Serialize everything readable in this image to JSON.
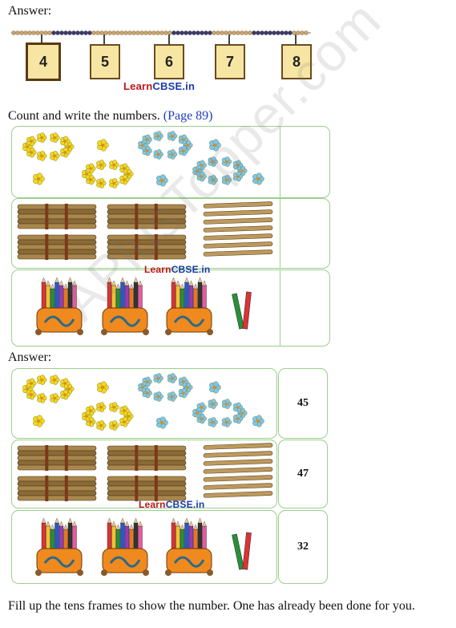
{
  "answer_label_1": "Answer:",
  "abacus_numbers": [
    "4",
    "5",
    "6",
    "7",
    "8"
  ],
  "brand": {
    "learn": "Learn",
    "cbse": "CBSE.in"
  },
  "count_instruction": "Count and write the numbers.",
  "count_page_ref": "(Page 89)",
  "answer_label_2": "Answer:",
  "answers": [
    "45",
    "47",
    "32"
  ],
  "fill_instruction": "Fill up the tens frames to show the number. One has already been done for you.",
  "watermark": "APlusTopper.com",
  "colors": {
    "frame_green": "#9ccf8c",
    "yellow_flower": "#f2d81e",
    "blue_flower": "#7cc8e8",
    "link_blue": "#1f3fbf",
    "brand_red": "#c0161a",
    "brand_blue": "#1a3aa8"
  }
}
